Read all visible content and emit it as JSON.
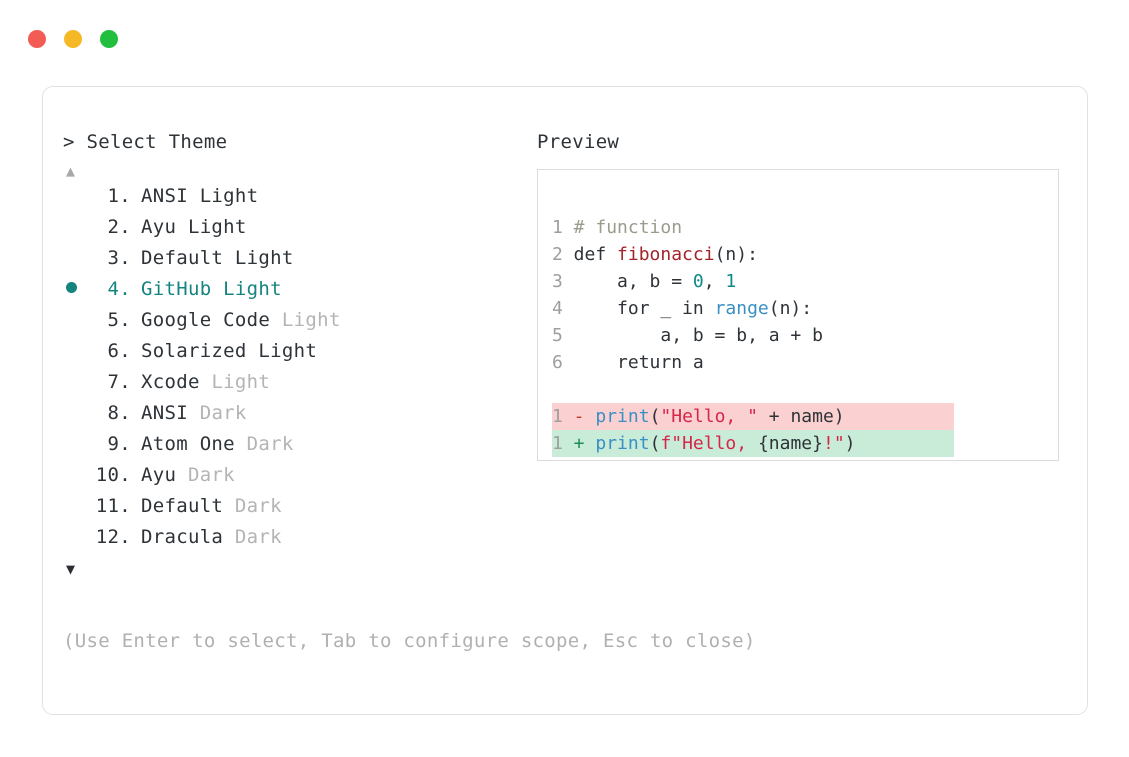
{
  "window": {
    "dots": [
      {
        "name": "close-dot",
        "color": "#f35b55"
      },
      {
        "name": "minimize-dot",
        "color": "#f5b928"
      },
      {
        "name": "maximize-dot",
        "color": "#22bf3f"
      }
    ]
  },
  "left_pane": {
    "title": "> Select Theme",
    "scroll_up": "▲",
    "scroll_down": "▼",
    "selected_index": 4,
    "items": [
      {
        "index": "1.",
        "name": "ANSI Light",
        "variant": "",
        "selected": false
      },
      {
        "index": "2.",
        "name": "Ayu Light",
        "variant": "",
        "selected": false
      },
      {
        "index": "3.",
        "name": "Default Light",
        "variant": "",
        "selected": false
      },
      {
        "index": "4.",
        "name": "GitHub Light",
        "variant": "",
        "selected": true
      },
      {
        "index": "5.",
        "name": "Google Code",
        "variant": "Light",
        "selected": false
      },
      {
        "index": "6.",
        "name": "Solarized Light",
        "variant": "",
        "selected": false
      },
      {
        "index": "7.",
        "name": "Xcode",
        "variant": "Light",
        "selected": false
      },
      {
        "index": "8.",
        "name": "ANSI",
        "variant": "Dark",
        "selected": false
      },
      {
        "index": "9.",
        "name": "Atom One",
        "variant": "Dark",
        "selected": false
      },
      {
        "index": "10.",
        "name": "Ayu",
        "variant": "Dark",
        "selected": false
      },
      {
        "index": "11.",
        "name": "Default",
        "variant": "Dark",
        "selected": false
      },
      {
        "index": "12.",
        "name": "Dracula",
        "variant": "Dark",
        "selected": false
      }
    ]
  },
  "right_pane": {
    "title": "Preview",
    "code_lines": [
      {
        "ln": "1",
        "tokens": [
          {
            "t": " # function",
            "c": "comment"
          }
        ]
      },
      {
        "ln": "2",
        "tokens": [
          {
            "t": " def ",
            "c": "kw"
          },
          {
            "t": "fibonacci",
            "c": "fn"
          },
          {
            "t": "(n):",
            "c": "plain"
          }
        ]
      },
      {
        "ln": "3",
        "tokens": [
          {
            "t": "     a, b = ",
            "c": "plain"
          },
          {
            "t": "0",
            "c": "num"
          },
          {
            "t": ", ",
            "c": "plain"
          },
          {
            "t": "1",
            "c": "num"
          }
        ]
      },
      {
        "ln": "4",
        "tokens": [
          {
            "t": "     for _ in ",
            "c": "plain"
          },
          {
            "t": "range",
            "c": "builtin"
          },
          {
            "t": "(n):",
            "c": "plain"
          }
        ]
      },
      {
        "ln": "5",
        "tokens": [
          {
            "t": "         a, b = b, a + b",
            "c": "plain"
          }
        ]
      },
      {
        "ln": "6",
        "tokens": [
          {
            "t": "     return a",
            "c": "plain"
          }
        ]
      }
    ],
    "diff_lines": [
      {
        "ln": "1",
        "kind": "del",
        "mark": "-",
        "tokens": [
          {
            "t": " ",
            "c": "plain"
          },
          {
            "t": "print",
            "c": "builtin"
          },
          {
            "t": "(",
            "c": "plain"
          },
          {
            "t": "\"Hello, \"",
            "c": "str"
          },
          {
            "t": " + name)",
            "c": "plain"
          }
        ]
      },
      {
        "ln": "1",
        "kind": "add",
        "mark": "+",
        "tokens": [
          {
            "t": " ",
            "c": "plain"
          },
          {
            "t": "print",
            "c": "builtin"
          },
          {
            "t": "(",
            "c": "plain"
          },
          {
            "t": "f\"Hello, ",
            "c": "str"
          },
          {
            "t": "{name}",
            "c": "interp"
          },
          {
            "t": "!\"",
            "c": "str"
          },
          {
            "t": ")",
            "c": "plain"
          }
        ]
      }
    ]
  },
  "footer": {
    "help": "(Use Enter to select, Tab to configure scope, Esc to close)"
  },
  "colors": {
    "accent_teal": "#14857e",
    "diff_del_bg": "#fbd0d0",
    "diff_add_bg": "#c9ecd9",
    "muted_text": "#b4b4b4"
  }
}
